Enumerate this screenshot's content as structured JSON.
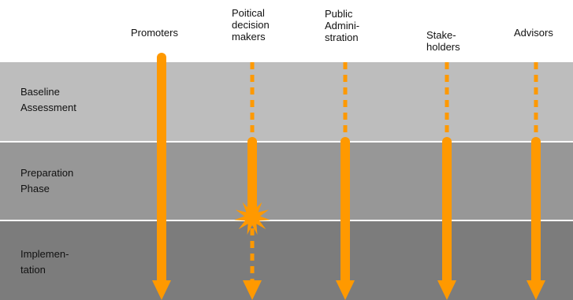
{
  "colors": {
    "arrow": "#FF9900",
    "band_baseline": "#BDBDBD",
    "band_preparation": "#979797",
    "band_implementation": "#7C7C7C"
  },
  "columns": [
    {
      "key": "promoters",
      "label": "Promoters"
    },
    {
      "key": "political",
      "label": "Poitical\ndecision\nmakers"
    },
    {
      "key": "public",
      "label": "Public\nAdmini-\nstration"
    },
    {
      "key": "stakeholders",
      "label": "Stake-\nholders"
    },
    {
      "key": "advisors",
      "label": "Advisors"
    }
  ],
  "phases": [
    {
      "key": "baseline",
      "label": "Baseline\nAssessment"
    },
    {
      "key": "preparation",
      "label": "Preparation\nPhase"
    },
    {
      "key": "implementation",
      "label": "Implemen-\ntation"
    }
  ],
  "arrows": [
    {
      "column": "promoters",
      "pattern": [
        "solid",
        "solid",
        "solid"
      ]
    },
    {
      "column": "political",
      "pattern": [
        "dashed",
        "solid",
        "dashed"
      ],
      "conflict_marker": "burst-icon"
    },
    {
      "column": "public",
      "pattern": [
        "dashed",
        "solid",
        "solid"
      ]
    },
    {
      "column": "stakeholders",
      "pattern": [
        "dashed",
        "solid",
        "solid"
      ]
    },
    {
      "column": "advisors",
      "pattern": [
        "dashed",
        "solid",
        "solid"
      ]
    }
  ]
}
